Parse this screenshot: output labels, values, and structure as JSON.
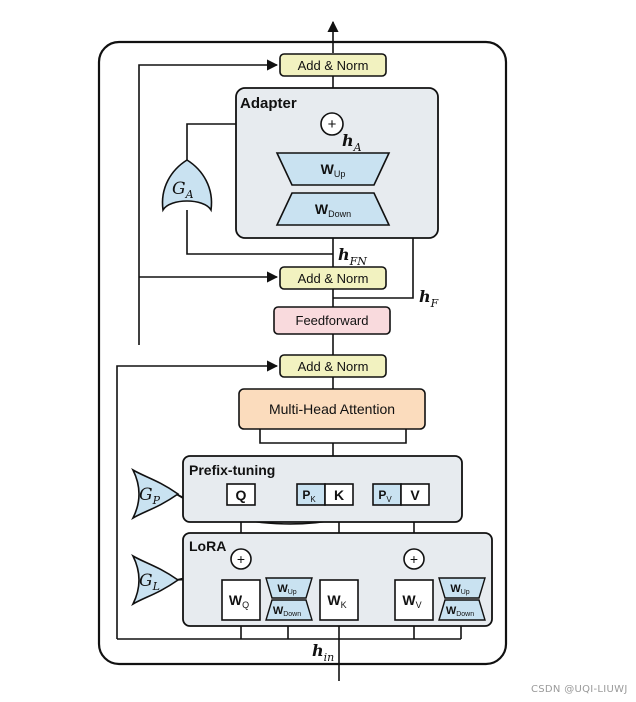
{
  "labels": {
    "add_norm_top": "Add & Norm",
    "adapter_title": "Adapter",
    "w_up_main": "W",
    "w_up_sub": "Up",
    "w_down_main": "W",
    "w_down_sub": "Down",
    "h_a_main": "h",
    "h_a_sub": "A",
    "gate_a_main": "G",
    "gate_a_sub": "A",
    "h_fn_main": "h",
    "h_fn_sub": "FN",
    "add_norm_mid": "Add & Norm",
    "h_f_main": "h",
    "h_f_sub": "F",
    "feedforward": "Feedforward",
    "add_norm_low": "Add & Norm",
    "mha": "Multi-Head Attention",
    "prefix_title": "Prefix-tuning",
    "q": "Q",
    "pk_main": "P",
    "pk_sub": "K",
    "k": "K",
    "pv_main": "P",
    "pv_sub": "V",
    "v": "V",
    "gate_p_main": "G",
    "gate_p_sub": "P",
    "lora_title": "LoRA",
    "gate_l_main": "G",
    "gate_l_sub": "L",
    "wq_main": "W",
    "wq_sub": "Q",
    "wk_main": "W",
    "wk_sub": "K",
    "wv_main": "W",
    "wv_sub": "V",
    "lora_up_main": "W",
    "lora_up_sub": "Up",
    "lora_down_main": "W",
    "lora_down_sub": "Down",
    "plus": "+",
    "h_in_main": "h",
    "h_in_sub": "in",
    "watermark": "CSDN @UQI-LIUWJ"
  },
  "colors": {
    "add_norm_fill": "#f2f2c0",
    "adapter_fill": "#e7ebef",
    "feedforward_fill": "#f9dadd",
    "mha_fill": "#fbdcbd",
    "weight_fill": "#c9e2f1",
    "gate_fill": "#c9e2f1",
    "line": "#111111"
  }
}
